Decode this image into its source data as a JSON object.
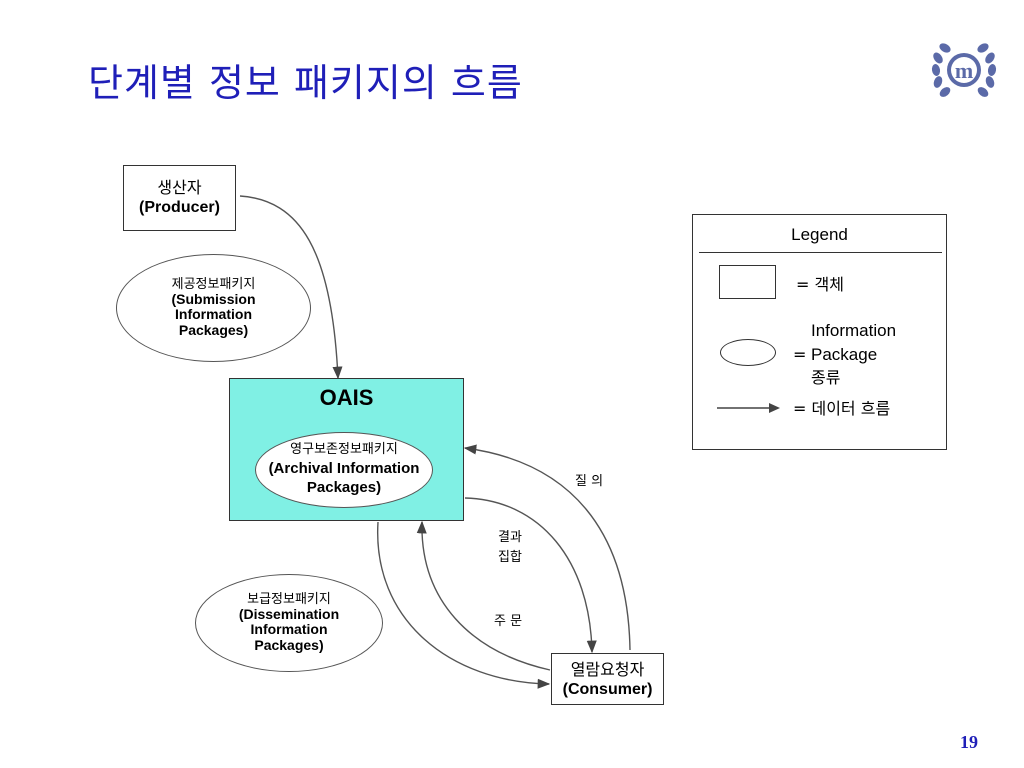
{
  "title": "단계별 정보 패키지의 흐름",
  "page_number": "19",
  "colors": {
    "title": "#1f1fb8",
    "oais_fill": "#80f0e4",
    "logo": "#5b6aa8"
  },
  "logo": {
    "text": "m"
  },
  "producer": {
    "ko": "생산자",
    "en": "(Producer)"
  },
  "consumer": {
    "ko": "열람요청자",
    "en": "(Consumer)"
  },
  "oais": {
    "title": "OAIS"
  },
  "sip": {
    "ko": "제공정보패키지",
    "en_line1": "(Submission",
    "en_line2": "Information",
    "en_line3": "Packages)"
  },
  "aip": {
    "ko": "영구보존정보패키지",
    "en_line1": "(Archival Information",
    "en_line2": "Packages)"
  },
  "dip": {
    "ko": "보급정보패키지",
    "en_line1": "(Dissemination",
    "en_line2": "Information",
    "en_line3": "Packages)"
  },
  "flows": {
    "query": "질  의",
    "result_line1": "결과",
    "result_line2": "집합",
    "order": "주  문"
  },
  "legend": {
    "title": "Legend",
    "object": "= 객체",
    "package_eq": "=",
    "package_line1": "Information",
    "package_line2": "Package",
    "package_line3": "종류",
    "flow": "= 데이터 흐름"
  }
}
